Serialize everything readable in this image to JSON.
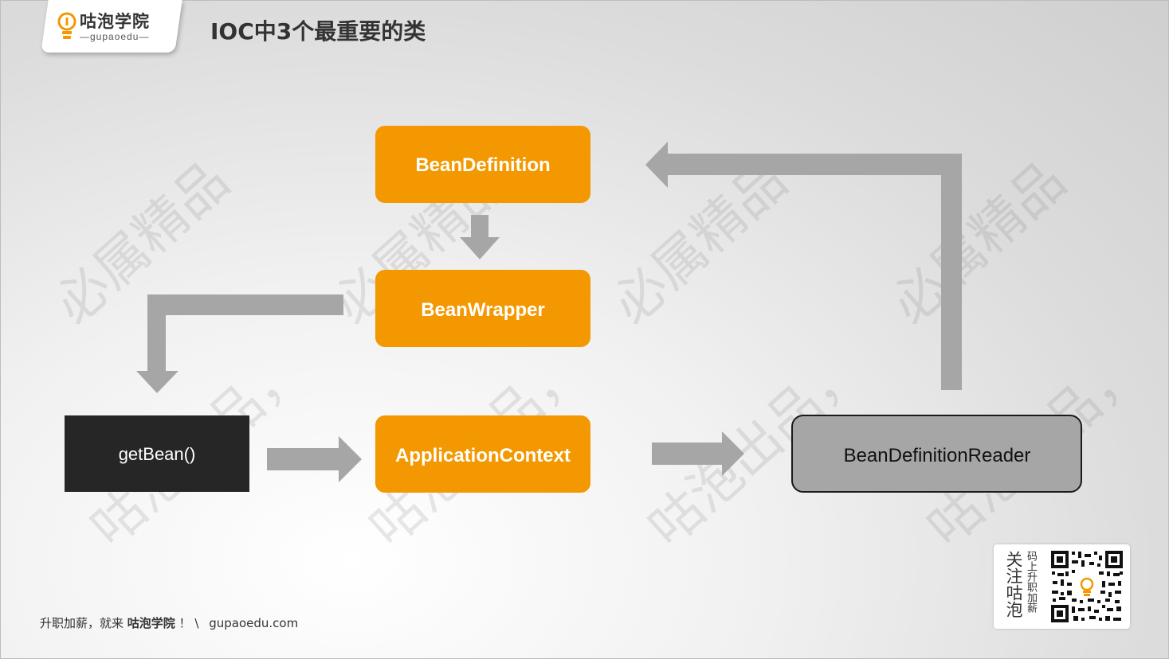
{
  "header": {
    "logo_cn": "咕泡学院",
    "logo_en": "—gupaoedu—",
    "title": "IOC中3个最重要的类"
  },
  "diagram": {
    "nodes": {
      "bean_definition": "BeanDefinition",
      "bean_wrapper": "BeanWrapper",
      "application_context": "ApplicationContext",
      "get_bean": "getBean()",
      "bean_definition_reader": "BeanDefinitionReader"
    }
  },
  "watermark": {
    "line1": "必属精品",
    "line2": "咕泡出品，"
  },
  "footer": {
    "slogan": "升职加薪，就来",
    "brand": "咕泡学院",
    "tail": "！ \\",
    "url": "gupaoedu.com"
  },
  "qr": {
    "follow": "关注咕泡",
    "sub": "码上升职加薪"
  },
  "colors": {
    "orange": "#F39800",
    "dark": "#262626",
    "gray_node": "#A6A6A6",
    "arrow": "#A6A6A6"
  }
}
